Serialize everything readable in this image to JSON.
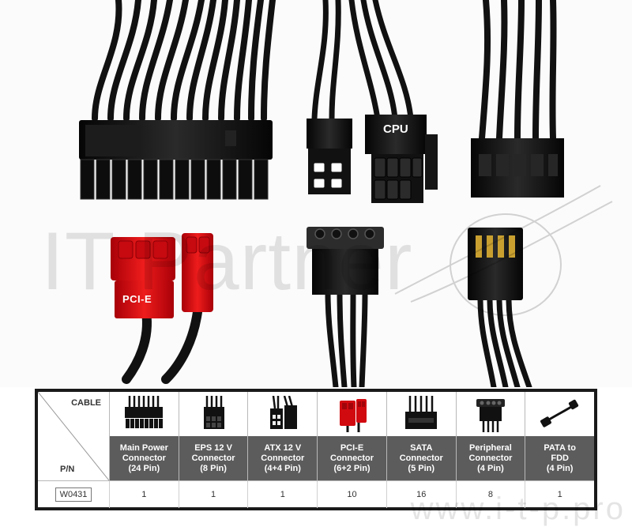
{
  "photo": {
    "labels": {
      "cpu": "CPU",
      "pcie": "PCI-E"
    },
    "watermark": "IT Partner",
    "colors": {
      "cable": "#111111",
      "pcie": "#d10a10",
      "pin": "#c9a030"
    }
  },
  "table": {
    "corner": {
      "cable_label": "CABLE",
      "pn_label": "P/N"
    },
    "part_number": "W0431",
    "columns": [
      {
        "icon": "main-power-connector-icon",
        "line1": "Main Power",
        "line2": "Connector",
        "line3": "(24 Pin)",
        "qty": "1"
      },
      {
        "icon": "eps-connector-icon",
        "line1": "EPS 12 V",
        "line2": "Connector",
        "line3": "(8 Pin)",
        "qty": "1"
      },
      {
        "icon": "atx-connector-icon",
        "line1": "ATX 12 V",
        "line2": "Connector",
        "line3": "(4+4 Pin)",
        "qty": "1"
      },
      {
        "icon": "pcie-connector-icon",
        "line1": "PCI-E",
        "line2": "Connector",
        "line3": "(6+2 Pin)",
        "qty": "10"
      },
      {
        "icon": "sata-connector-icon",
        "line1": "SATA",
        "line2": "Connector",
        "line3": "(5 Pin)",
        "qty": "16"
      },
      {
        "icon": "peripheral-connector-icon",
        "line1": "Peripheral",
        "line2": "Connector",
        "line3": "(4 Pin)",
        "qty": "8"
      },
      {
        "icon": "pata-fdd-adapter-icon",
        "line1": "PATA to",
        "line2": "FDD",
        "line3": "(4 Pin)",
        "qty": "1"
      }
    ]
  },
  "site_watermark": "www.i-t-p.pro"
}
